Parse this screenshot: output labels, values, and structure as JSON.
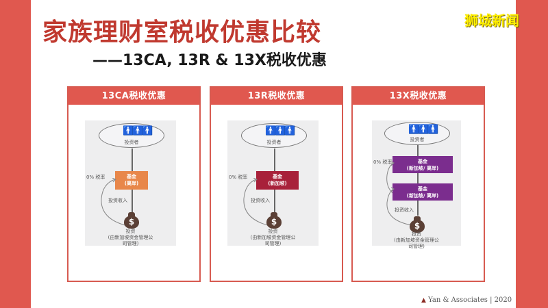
{
  "title": "家族理财室税收优惠比较",
  "subtitle": "——13CA, 13R & 13X税收优惠",
  "watermark": "狮城新闻",
  "colors": {
    "accent": "#e0584f",
    "title": "#c0392f",
    "fund_13ca": "#e8874a",
    "fund_13r": "#a8213a",
    "fund_13x": "#7b2d8e",
    "people": "#2a8fc0",
    "bag": "#5b4036"
  },
  "panels": [
    {
      "header": "13CA税收优惠",
      "investor_label": "投资者",
      "people_icon": "people-icon",
      "rate_label": "0% 税率",
      "funds": [
        {
          "line1": "基金",
          "line2": "(离岸)"
        }
      ],
      "income_label": "投资收入",
      "invest_label_1": "投资",
      "invest_label_2": "(由新加坡资金管理公",
      "invest_label_3": "司管理)"
    },
    {
      "header": "13R税收优惠",
      "investor_label": "投资者",
      "people_icon": "people-icon",
      "rate_label": "0% 税率",
      "funds": [
        {
          "line1": "基金",
          "line2": "(新加坡)"
        }
      ],
      "income_label": "投资收入",
      "invest_label_1": "投资",
      "invest_label_2": "(由新加坡资金管理公",
      "invest_label_3": "司管理)"
    },
    {
      "header": "13X税收优惠",
      "investor_label": "投资者",
      "people_icon": "people-icon",
      "rate_label": "0% 税率",
      "funds": [
        {
          "line1": "基金",
          "line2": "(新加坡/ 离岸)"
        },
        {
          "line1": "基金",
          "line2": "(新加坡/ 离岸)"
        }
      ],
      "income_label": "投资收入",
      "invest_label_1": "投资",
      "invest_label_2": "(由新加坡资金管理公",
      "invest_label_3": "司管理)"
    }
  ],
  "footer": {
    "logo_icon": "triangle-icon",
    "text": "Yan & Associates | 2020"
  }
}
